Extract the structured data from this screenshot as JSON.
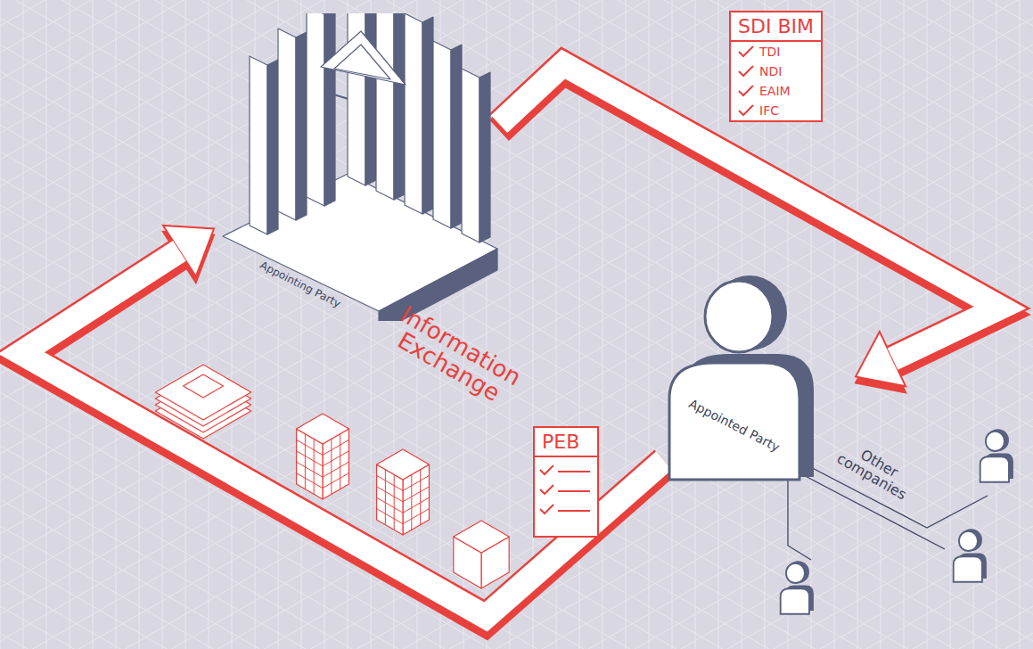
{
  "diagram": {
    "nodes": [
      {
        "text": [
          "Appointing Party"
        ]
      },
      {
        "text": [
          "SDI BIM",
          "TDI",
          "NDI",
          "EAIM",
          "IFC"
        ]
      },
      {
        "text": [
          "Appointed Party"
        ]
      },
      {
        "text": [
          "PEB"
        ]
      }
    ],
    "edges": [
      {
        "from": 0,
        "to": 2,
        "arrow": "to"
      },
      {
        "from": 2,
        "to": 0,
        "arrow": "to"
      }
    ],
    "labels": [
      "Information Exchange",
      "Other companies"
    ]
  }
}
